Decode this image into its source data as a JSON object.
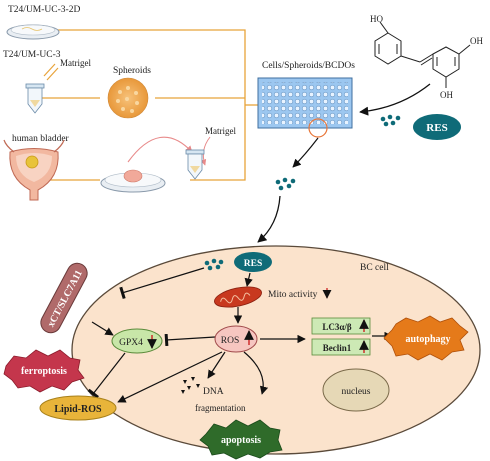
{
  "labels": {
    "t24_2d": "T24/UM-UC-3-2D",
    "t24_3": "T24/UM-UC-3",
    "matrigel_top": "Matrigel",
    "spheroids": "Spheroids",
    "human_bladder": "human bladder",
    "matrigel_bottom": "Matrigel",
    "plate_label": "Cells/Spheroids/BCDOs",
    "ho": "HO",
    "oh_mid": "OH",
    "oh_bottom": "OH",
    "res_badge": "RES",
    "bc_cell": "BC cell",
    "res_inner": "RES",
    "mito_activity": "Mito activity",
    "xct": "xCT/SLC7A11",
    "gpx4": "GPX4",
    "ros": "ROS",
    "lc3": "LC3α/β",
    "beclin": "Beclin1",
    "autophagy": "autophagy",
    "ferroptosis": "ferroptosis",
    "lipid_ros": "Lipid-ROS",
    "dna": "DNA",
    "fragmentation": "fragmentation",
    "nucleus": "nucleus",
    "apoptosis": "apoptosis"
  },
  "colors": {
    "orange_line": "#e8a33a",
    "cell_fill": "#fbe3cc",
    "cell_stroke": "#5a4a3a",
    "teal": "#0f6b78",
    "gpx4": "#c8e6a8",
    "ros": "#f6c6c0",
    "lc3": "#cde9b5",
    "ferroptosis": "#c4364c",
    "lipid_ros": "#e8b43a",
    "nucleus": "#e6d8b6",
    "apoptosis": "#2f6b2a",
    "autophagy": "#e57a1a",
    "xct": "#b06a6a",
    "mito": "#c8391f",
    "plate": "#9cc7f0",
    "red_arrow": "#cc2222"
  }
}
